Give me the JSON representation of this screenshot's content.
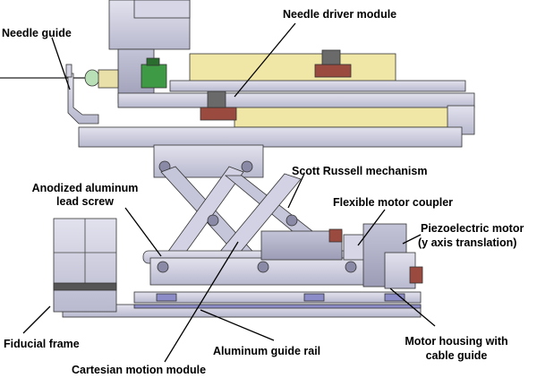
{
  "labels": {
    "needle_guide": "Needle guide",
    "needle_driver": "Needle driver module",
    "scott_russell": "Scott Russell mechanism",
    "anodized_1": "Anodized aluminum",
    "anodized_2": "lead screw",
    "flexible_coupler": "Flexible motor coupler",
    "piezo_1": "Piezoelectric motor",
    "piezo_2": "(y axis translation)",
    "fiducial_frame": "Fiducial frame",
    "guide_rail": "Aluminum guide rail",
    "housing_1": "Motor housing with",
    "housing_2": "cable guide",
    "cartesian": "Cartesian motion module"
  },
  "colors": {
    "frame_gray": "#c9c9dc",
    "edge": "#333333",
    "rail_yellow": "#f0e6a6",
    "pcb_green": "#3f9a46",
    "connector_red": "#9a4a3e",
    "bed_blue": "#8c8cc8",
    "leader": "#000000"
  }
}
